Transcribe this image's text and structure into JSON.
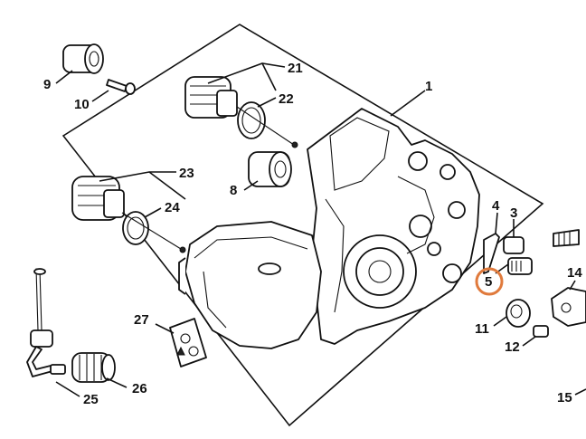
{
  "diagram": {
    "highlight_color": "#e07a3c",
    "highlighted_label": "5",
    "labels": [
      {
        "id": "1",
        "text": "1"
      },
      {
        "id": "3",
        "text": "3"
      },
      {
        "id": "4",
        "text": "4"
      },
      {
        "id": "5",
        "text": "5"
      },
      {
        "id": "8",
        "text": "8"
      },
      {
        "id": "9",
        "text": "9"
      },
      {
        "id": "10",
        "text": "10"
      },
      {
        "id": "11",
        "text": "11"
      },
      {
        "id": "12",
        "text": "12"
      },
      {
        "id": "14",
        "text": "14"
      },
      {
        "id": "15",
        "text": "15"
      },
      {
        "id": "21",
        "text": "21"
      },
      {
        "id": "22",
        "text": "22"
      },
      {
        "id": "23",
        "text": "23"
      },
      {
        "id": "24",
        "text": "24"
      },
      {
        "id": "25",
        "text": "25"
      },
      {
        "id": "26",
        "text": "26"
      },
      {
        "id": "27",
        "text": "27"
      }
    ]
  }
}
